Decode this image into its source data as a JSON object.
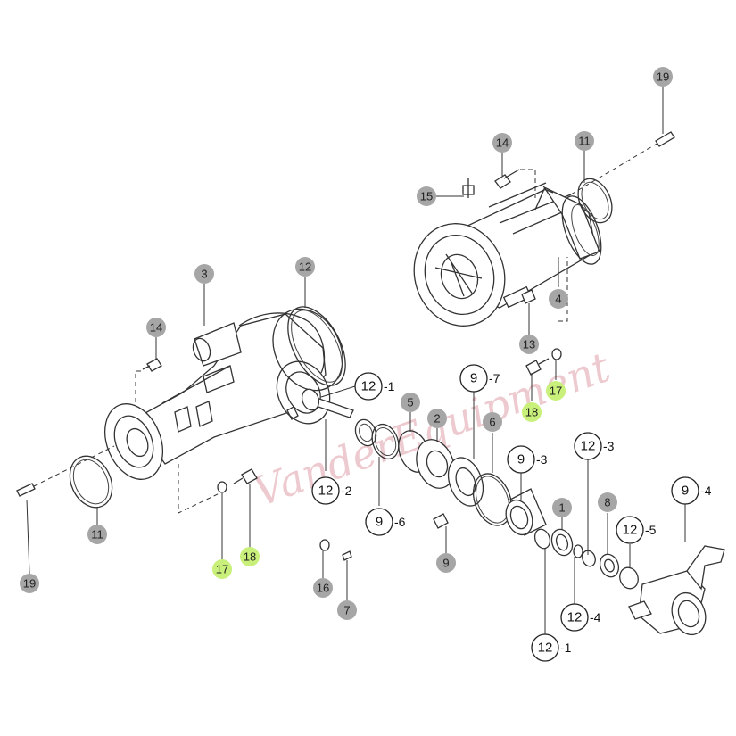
{
  "diagram": {
    "watermark": "VanderEquipment",
    "colors": {
      "gray_badge": "#a6a6a6",
      "green_badge": "#c8f07a",
      "line": "#333333",
      "watermark": "#e0a0a8"
    },
    "callouts": {
      "p19_top": "19",
      "p14_top": "14",
      "p11_top": "11",
      "p15": "15",
      "p4": "4",
      "p13": "13",
      "p17_right": "17",
      "p18_right": "18",
      "p3": "3",
      "p12_top": "12",
      "p14_left": "14",
      "p12_1_upper": "12",
      "p12_1_upper_suffix": "-1",
      "p5": "5",
      "p2": "2",
      "p9_7": "9",
      "p9_7_suffix": "-7",
      "p6": "6",
      "p9_3": "9",
      "p9_3_suffix": "-3",
      "p12_3": "12",
      "p12_3_suffix": "-3",
      "p9_4": "9",
      "p9_4_suffix": "-4",
      "p8": "8",
      "p12_5": "12",
      "p12_5_suffix": "-5",
      "p1": "1",
      "p12_2": "12",
      "p12_2_suffix": "-2",
      "p9_6": "9",
      "p9_6_suffix": "-6",
      "p9_bolt": "9",
      "p11_left": "11",
      "p19_left": "19",
      "p17_left": "17",
      "p18_left": "18",
      "p16": "16",
      "p7": "7",
      "p12_4": "12",
      "p12_4_suffix": "-4",
      "p12_1_lower": "12",
      "p12_1_lower_suffix": "-1"
    }
  }
}
